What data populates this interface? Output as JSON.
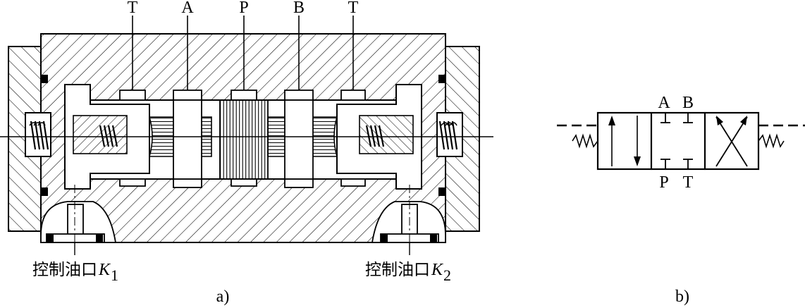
{
  "section_view": {
    "port_labels": [
      "T",
      "A",
      "P",
      "B",
      "T"
    ],
    "control_port_left": {
      "text": "控制油口",
      "symbol": "K",
      "subscript": "1"
    },
    "control_port_right": {
      "text": "控制油口",
      "symbol": "K",
      "subscript": "2"
    },
    "caption": "a)"
  },
  "symbol_view": {
    "top_labels": [
      "A",
      "B"
    ],
    "bottom_labels": [
      "P",
      "T"
    ],
    "caption": "b)"
  }
}
